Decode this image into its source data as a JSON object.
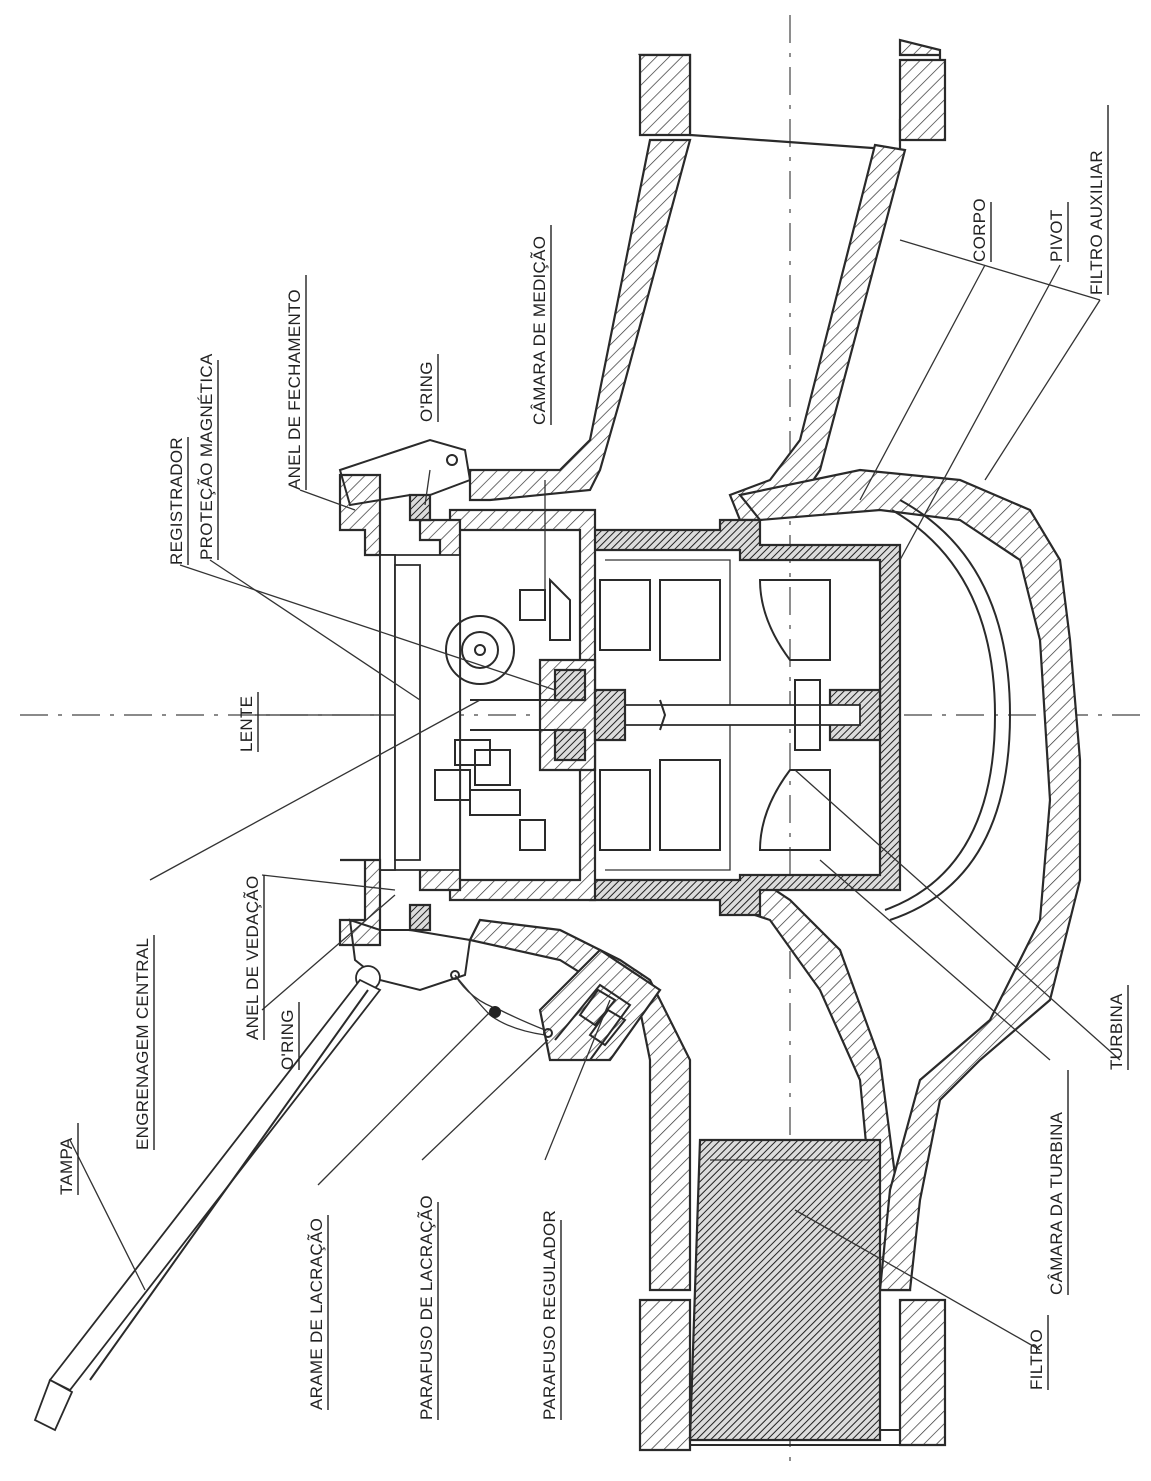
{
  "labels": {
    "tampa": "TAMPA",
    "engrenagem_central": "ENGRENAGEM CENTRAL",
    "anel_de_vedacao": "ANEL DE VEDAÇÃO",
    "o_ring_lower": "O'RING",
    "arame_de_lacracao": "ARAME DE LACRAÇÃO",
    "parafuso_de_lacracao": "PARAFUSO DE LACRAÇÃO",
    "parafuso_regulador": "PARAFUSO REGULADOR",
    "lente": "LENTE",
    "registrador": "REGISTRADOR",
    "protecao_magnetica": "PROTEÇÃO MAGNÉTICA",
    "anel_de_fechamento": "ANEL DE FECHAMENTO",
    "o_ring_upper": "O'RING",
    "camara_de_medicao": "CÂMARA DE MEDIÇÃO",
    "corpo": "CORPO",
    "pivot": "PIVOT",
    "filtro_auxiliar": "FILTRO AUXILIAR",
    "turbina": "TURBINA",
    "camara_da_turbina": "CÂMARA DA TURBINA",
    "filtro": "FILTRO"
  }
}
